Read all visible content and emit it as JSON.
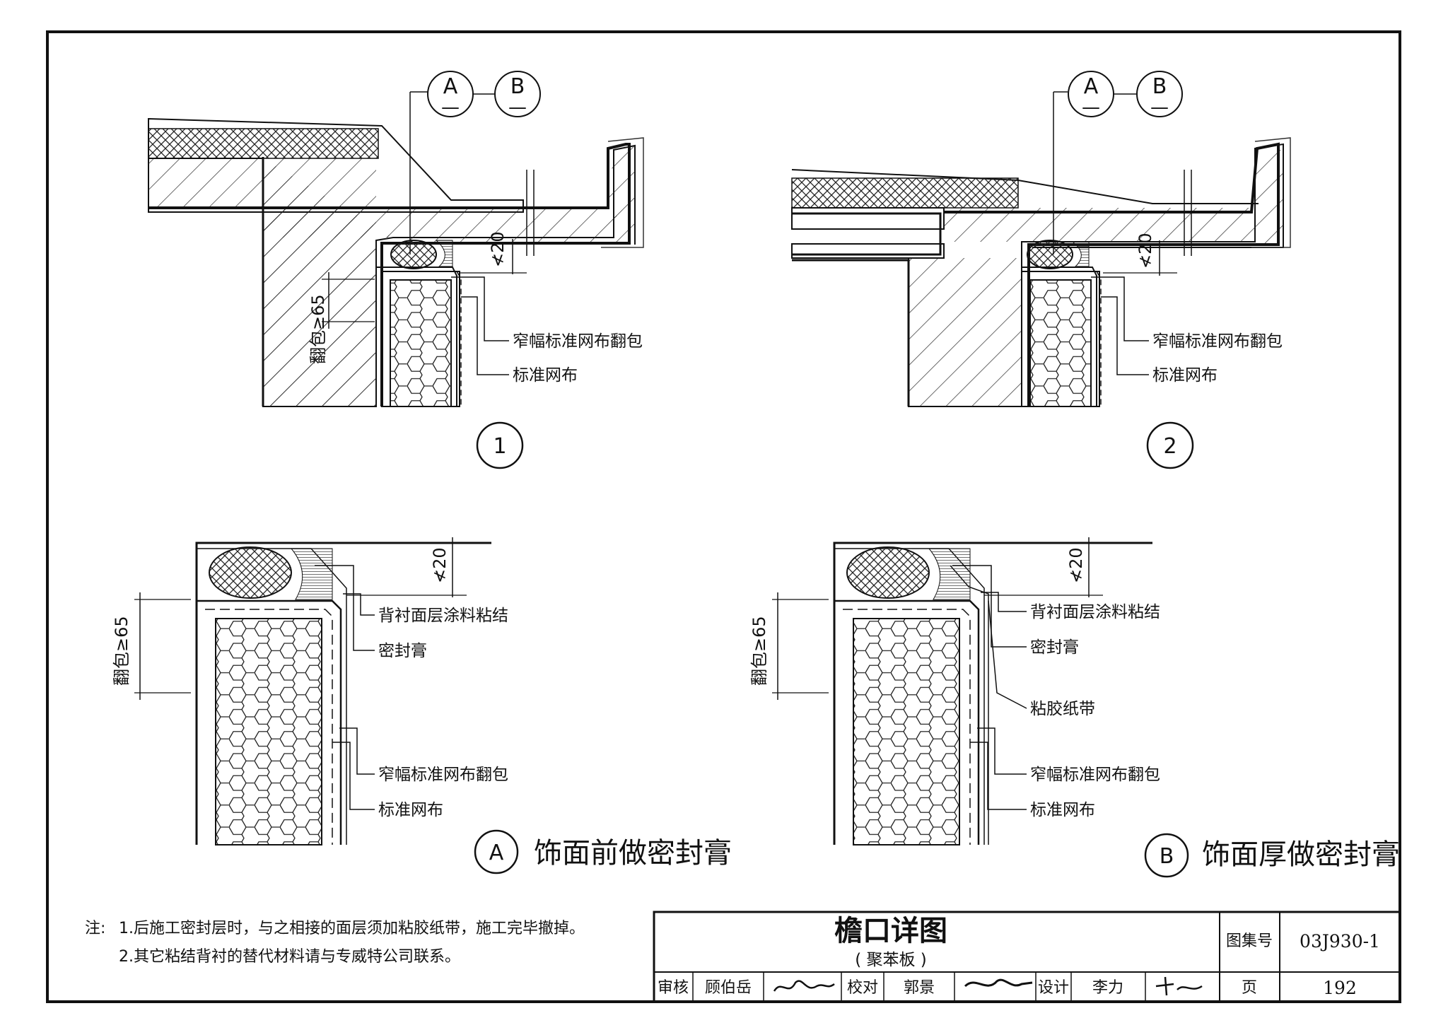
{
  "details": {
    "d1": {
      "number": "1",
      "callouts": [
        "A",
        "B"
      ],
      "callout_sub": "—",
      "dim_gap": "≮20",
      "dim_wrap": "翻包≥65",
      "labels": [
        "窄幅标准网布翻包",
        "标准网布"
      ]
    },
    "d2": {
      "number": "2",
      "callouts": [
        "A",
        "B"
      ],
      "callout_sub": "—",
      "dim_gap": "≮20",
      "labels": [
        "窄幅标准网布翻包",
        "标准网布"
      ]
    },
    "dA": {
      "letter": "A",
      "caption": "饰面前做密封膏",
      "dim_gap": "≮20",
      "dim_wrap": "翻包≥65",
      "labels": [
        "背衬面层涂料粘结",
        "密封膏",
        "窄幅标准网布翻包",
        "标准网布"
      ]
    },
    "dB": {
      "letter": "B",
      "caption": "饰面厚做密封膏",
      "dim_gap": "≮20",
      "dim_wrap": "翻包≥65",
      "labels": [
        "背衬面层涂料粘结",
        "密封膏",
        "粘胶纸带",
        "窄幅标准网布翻包",
        "标准网布"
      ]
    }
  },
  "notes": {
    "prefix": "注:",
    "items": [
      "1.后施工密封层时，与之相接的面层须加粘胶纸带，施工完毕撤掉。",
      "2.其它粘结背衬的替代材料请与专威特公司联系。"
    ]
  },
  "title_block": {
    "title": "檐口详图",
    "subtitle": "( 聚苯板 )",
    "atlas_label": "图集号",
    "atlas_no": "03J930-1",
    "page_label": "页",
    "page_no": "192",
    "review_label": "审核",
    "review_name": "顾伯岳",
    "check_label": "校对",
    "check_name": "郭景",
    "design_label": "设计",
    "design_name": "李力"
  }
}
